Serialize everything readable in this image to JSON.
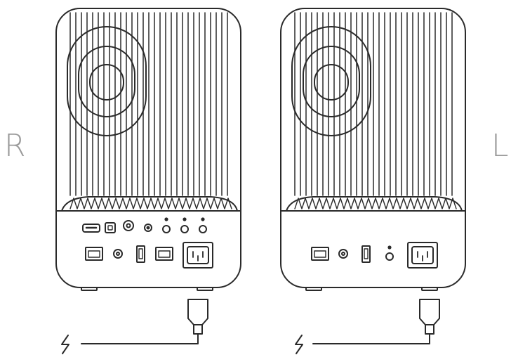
{
  "labels": {
    "right": "R",
    "left": "L"
  },
  "speakers": [
    {
      "side": "right",
      "name": "right-speaker"
    },
    {
      "side": "left",
      "name": "left-speaker"
    }
  ],
  "colors": {
    "stroke": "#2a2a2a",
    "label": "#9a9a9a",
    "background": "#ffffff"
  },
  "icons": [
    "power-bolt-icon",
    "power-plug-icon",
    "ac-power-socket-icon",
    "ethernet-port-icon",
    "usb-port-icon",
    "optical-port-icon",
    "hdmi-port-icon"
  ]
}
